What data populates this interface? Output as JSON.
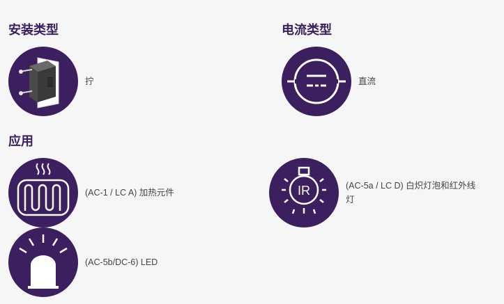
{
  "sections": {
    "mounting": {
      "title": "安装类型",
      "icon": "screw-mount-relay-icon",
      "value": "拧"
    },
    "current": {
      "title": "电流类型",
      "icon": "direct-current-icon",
      "value": "直流"
    },
    "application": {
      "title": "应用",
      "items": [
        {
          "icon": "heating-element-icon",
          "label": "(AC-1 / LC A) 加热元件"
        },
        {
          "icon": "infrared-bulb-icon",
          "label": "(AC-5a / LC D) 白炽灯泡和红外线灯",
          "icon_text": "IR"
        },
        {
          "icon": "led-light-icon",
          "label": "(AC-5b/DC-6) LED"
        }
      ]
    }
  },
  "colors": {
    "circle_bg": "#3b1f5e",
    "heading": "#3a1f5c",
    "text": "#444444",
    "background": "#f6f6f6"
  }
}
